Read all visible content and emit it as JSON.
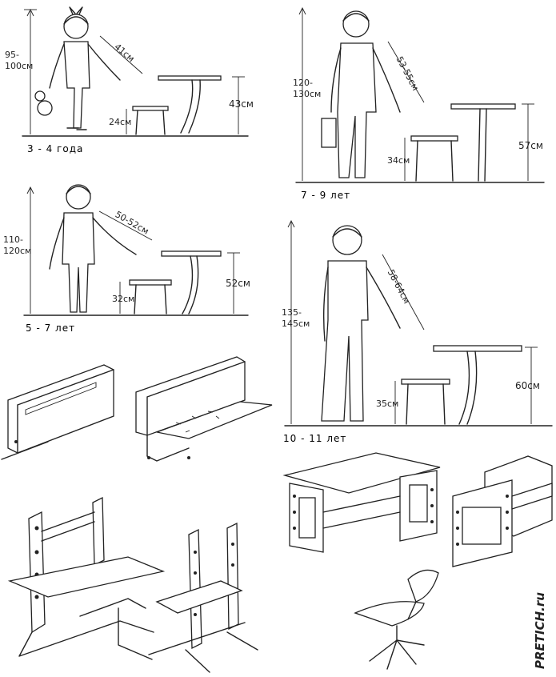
{
  "panels": [
    {
      "age": "3 - 4 года",
      "height": "95-\n100см",
      "arm": "41см",
      "seat": "24см",
      "desk": "43см"
    },
    {
      "age": "7 - 9 лет",
      "height": "120-\n130см",
      "arm": "53-55см",
      "seat": "34см",
      "desk": "57см"
    },
    {
      "age": "5 - 7 лет",
      "height": "110-\n120см",
      "arm": "50-52см",
      "seat": "32см",
      "desk": "52см"
    },
    {
      "age": "10 - 11 лет",
      "height": "135-\n145см",
      "arm": "58-64см",
      "seat": "35см",
      "desk": "60см"
    }
  ],
  "watermark": "PRETICH.ru"
}
